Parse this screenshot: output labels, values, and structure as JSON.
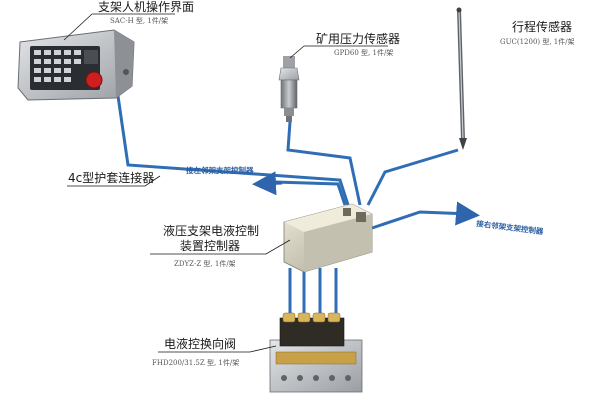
{
  "colors": {
    "cable": "#2f6db5",
    "arrow": "#2e65ad",
    "leader": "#1a1a1a",
    "text": "#1a1a1a",
    "spec_text": "#555555",
    "device_metal": "#b9bcc0",
    "controller_body": "#d8d4c4",
    "red_button": "#cc1f1f"
  },
  "components": {
    "hmi_panel": {
      "title": "支架人机操作界面",
      "spec": "SAC-H 型, 1件/架",
      "icon": "control-panel-icon"
    },
    "pressure_sensor": {
      "title": "矿用压力传感器",
      "spec": "GPD60 型, 1件/架",
      "icon": "pressure-sensor-icon"
    },
    "travel_sensor": {
      "title": "行程传感器",
      "spec": "GUC(1200) 型, 1件/架",
      "icon": "rod-sensor-icon"
    },
    "connector": {
      "title": "4c型护套连接器"
    },
    "controller": {
      "title_line1": "液压支架电液控制",
      "title_line2": "装置控制器",
      "spec": "ZDYZ-Z 型, 1件/架",
      "icon": "controller-box-icon"
    },
    "valve": {
      "title": "电液控换向阀",
      "spec": "FHD200/31.5Z 型, 1件/架",
      "icon": "valve-block-icon"
    }
  },
  "connections": {
    "left": "接左邻架支架控制器",
    "right": "接右邻架支架控制器"
  }
}
